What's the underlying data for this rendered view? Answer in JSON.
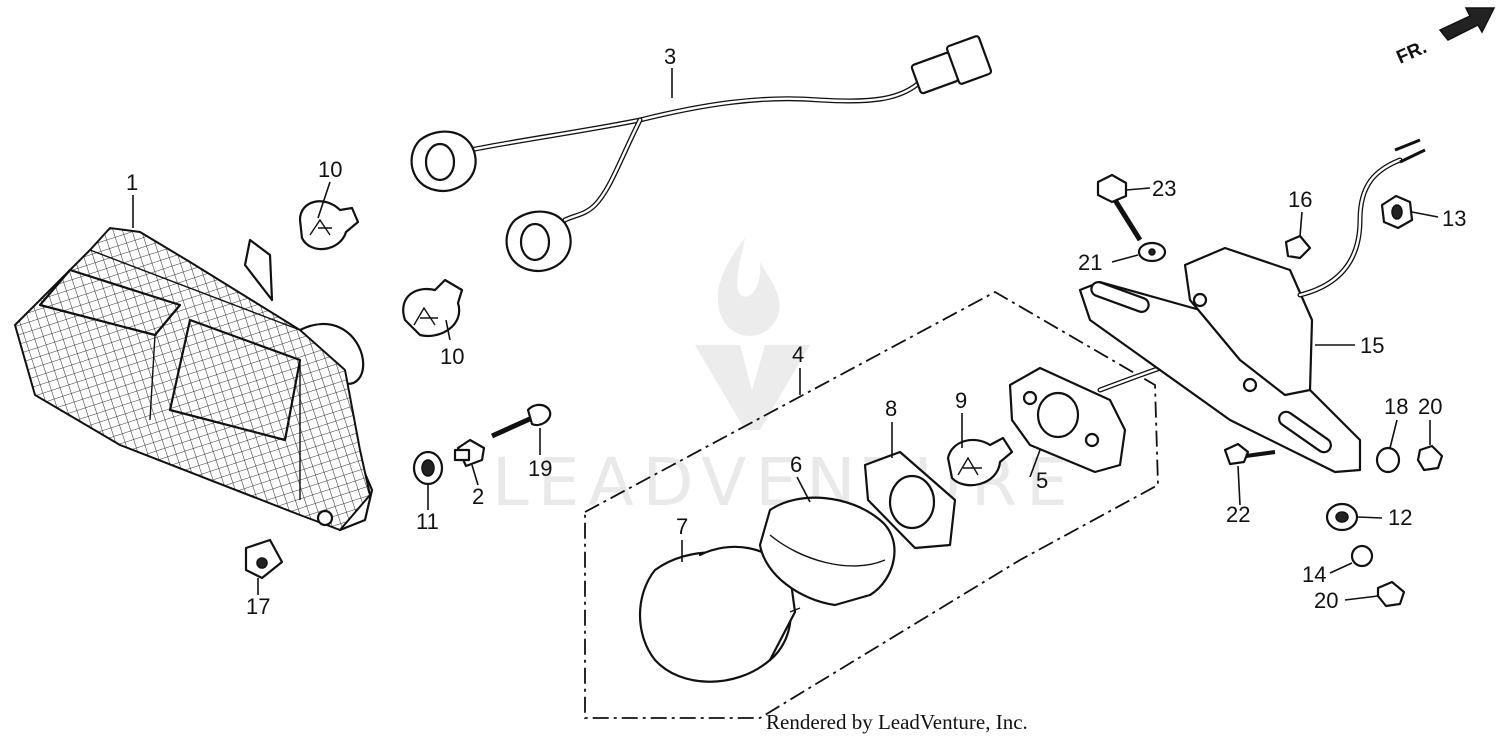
{
  "diagram": {
    "callouts": [
      {
        "id": "c1",
        "label": "1"
      },
      {
        "id": "c2",
        "label": "2"
      },
      {
        "id": "c3",
        "label": "3"
      },
      {
        "id": "c4",
        "label": "4"
      },
      {
        "id": "c5",
        "label": "5"
      },
      {
        "id": "c6",
        "label": "6"
      },
      {
        "id": "c7",
        "label": "7"
      },
      {
        "id": "c8",
        "label": "8"
      },
      {
        "id": "c9",
        "label": "9"
      },
      {
        "id": "c10a",
        "label": "10"
      },
      {
        "id": "c10b",
        "label": "10"
      },
      {
        "id": "c11",
        "label": "11"
      },
      {
        "id": "c12",
        "label": "12"
      },
      {
        "id": "c13",
        "label": "13"
      },
      {
        "id": "c14",
        "label": "14"
      },
      {
        "id": "c15",
        "label": "15"
      },
      {
        "id": "c16",
        "label": "16"
      },
      {
        "id": "c17",
        "label": "17"
      },
      {
        "id": "c18",
        "label": "18"
      },
      {
        "id": "c19",
        "label": "19"
      },
      {
        "id": "c20a",
        "label": "20"
      },
      {
        "id": "c20b",
        "label": "20"
      },
      {
        "id": "c21",
        "label": "21"
      },
      {
        "id": "c22",
        "label": "22"
      },
      {
        "id": "c23",
        "label": "23"
      }
    ],
    "direction_label": "FR.",
    "credit": "Rendered by LeadVenture, Inc.",
    "watermark": "LEADVENTURE"
  },
  "colors": {
    "line": "#111111",
    "background": "#ffffff",
    "watermark": "#e9e9e9"
  }
}
